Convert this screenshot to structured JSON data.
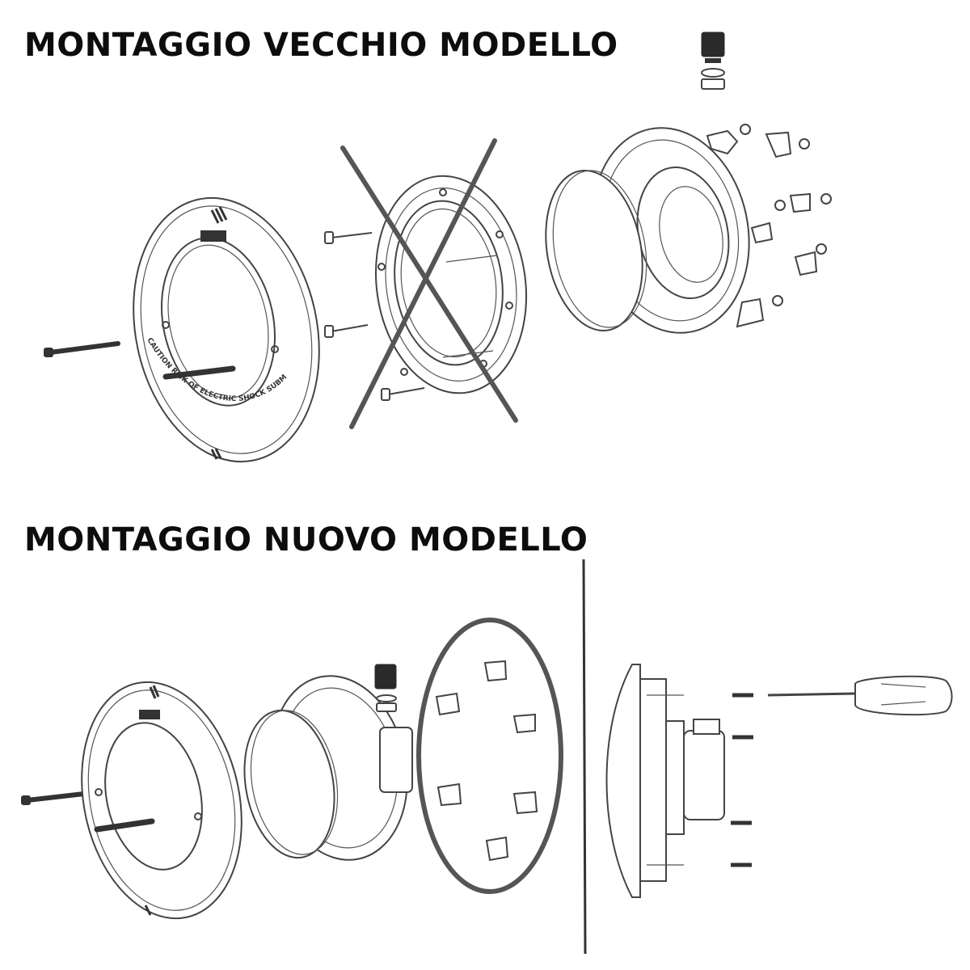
{
  "headings": {
    "old_model": "MONTAGGIO VECCHIO MODELLO",
    "new_model": "MONTAGGIO NUOVO MODELLO"
  },
  "ring_text": "CAUTION  RISK OF ELECTRIC SHOCK SUBMERGE BEFORE LIGHTING",
  "colors": {
    "heading": "#0d0d0d",
    "line": "#444444",
    "cross": "#555555",
    "gasket": "#555555"
  }
}
